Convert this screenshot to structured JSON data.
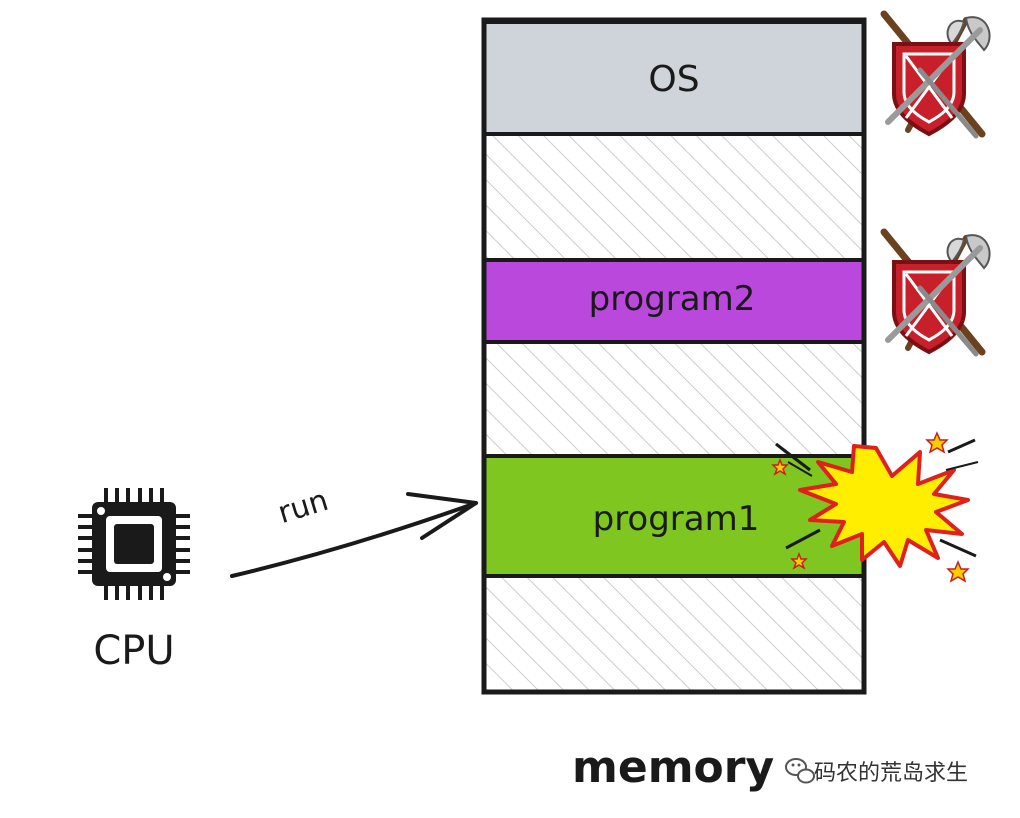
{
  "memory": {
    "label": "memory",
    "regions": [
      {
        "id": "os",
        "label": "OS",
        "fill": "#cfd4da",
        "protected": true
      },
      {
        "id": "free-1",
        "label": "",
        "fill": "hatch",
        "protected": false
      },
      {
        "id": "program2",
        "label": "program2",
        "fill": "#bb48dd",
        "protected": true
      },
      {
        "id": "free-2",
        "label": "",
        "fill": "hatch",
        "protected": false
      },
      {
        "id": "program1",
        "label": "program1",
        "fill": "#7fc620",
        "protected": false,
        "crashed": true
      },
      {
        "id": "free-3",
        "label": "",
        "fill": "hatch",
        "protected": false
      }
    ]
  },
  "cpu": {
    "label": "CPU",
    "icon": "cpu-chip-icon"
  },
  "arrow": {
    "label": "run",
    "target": "program1"
  },
  "icons": {
    "protection": "shield-axe-icon",
    "crash": "explosion-icon"
  },
  "colors": {
    "outline": "#1a1a1a",
    "hatch": "#cccccc",
    "shield": "#c8202a",
    "explosion": "#ffee00",
    "explosion_outline": "#e0201c"
  },
  "watermark": {
    "text": "码农的荒岛求生",
    "icon": "wechat-icon"
  }
}
